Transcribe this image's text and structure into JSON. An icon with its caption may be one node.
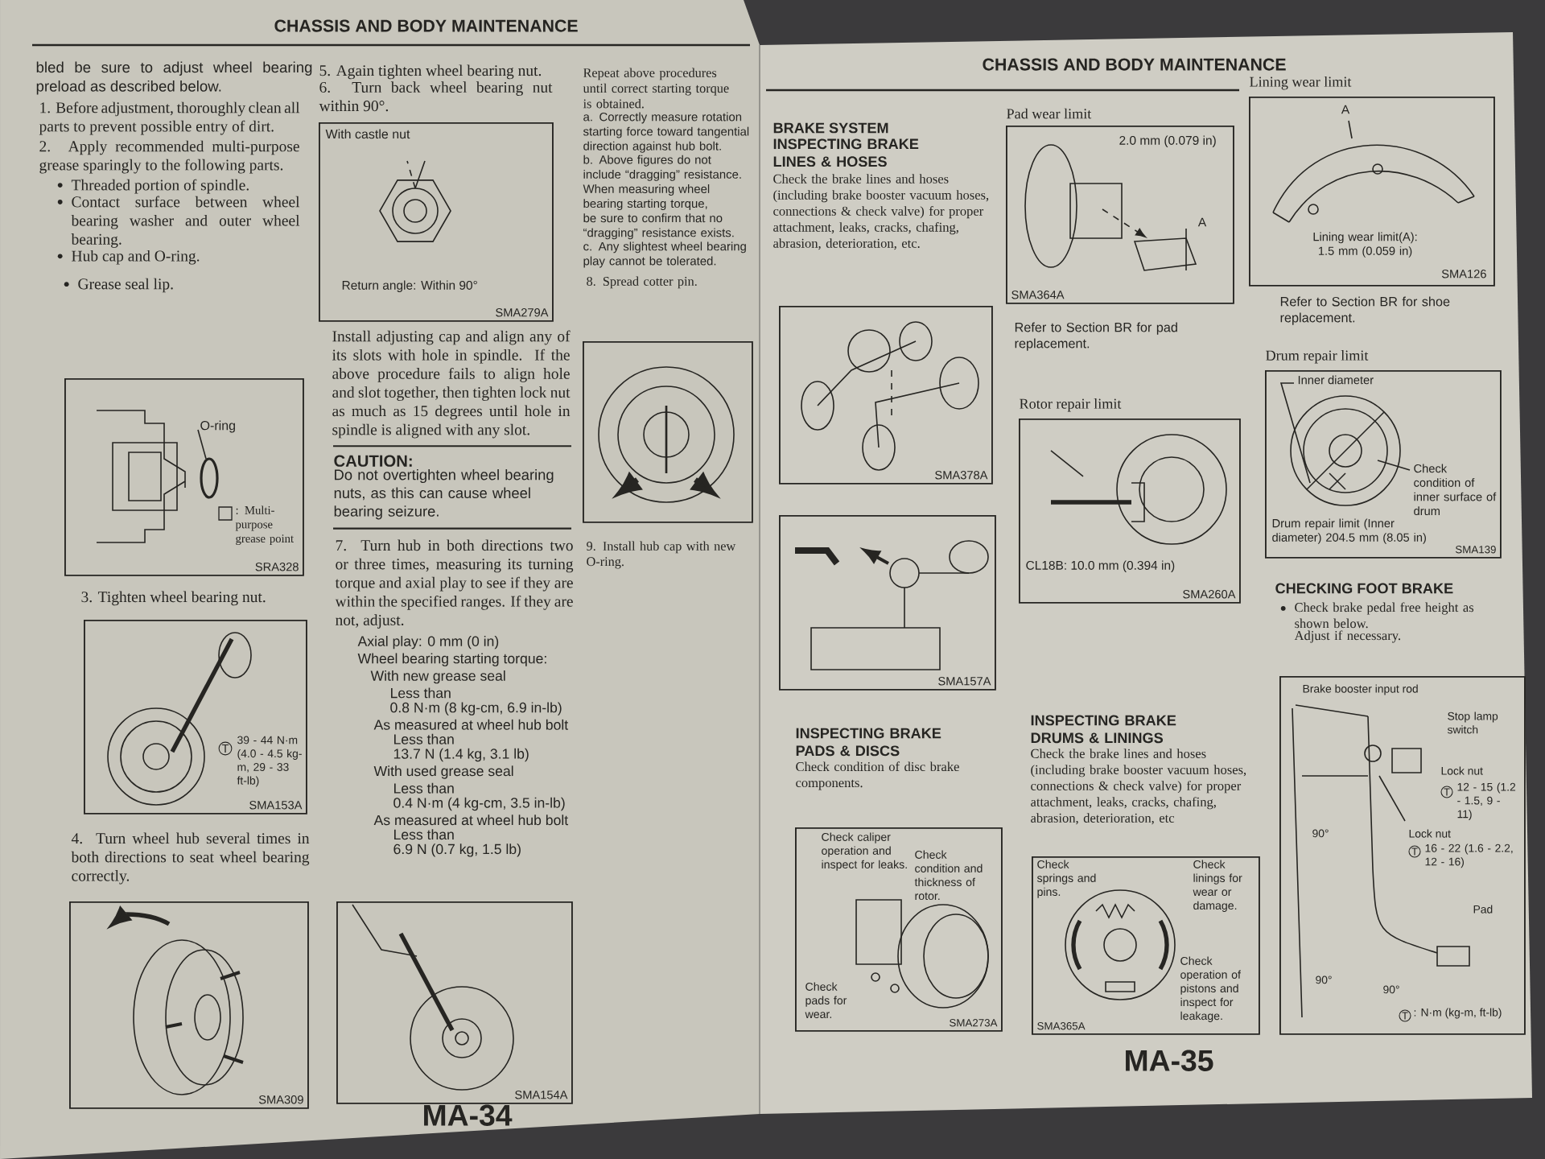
{
  "diagram": {
    "nodes": [
      {
        "text": [
          "O-ring",
          "SRA328"
        ]
      },
      {
        "text": [
          "T",
          "39 - 44 N·m (4.0 - 4.5 kg-m, 29 - 33 ft-lb)",
          "SMA153A"
        ]
      },
      {
        "text": [
          "SMA309"
        ]
      },
      {
        "text": [
          "SMA154A"
        ]
      },
      {
        "text": [
          "With castle nut",
          "Return angle: Within 90°",
          "SMA279A"
        ]
      },
      {
        "text": [],
        "shape": "picture"
      },
      {
        "text": [
          "SMA378A"
        ]
      },
      {
        "text": [
          "SMA157A"
        ]
      },
      {
        "text": [
          "2.0 mm (0.079 in)",
          "A",
          "SMA364A"
        ],
        "beside": [
          "Pad wear limit"
        ]
      },
      {
        "text": [
          "CL18B: 10.0 mm (0.394 in)",
          "SMA260A"
        ],
        "beside": [
          "Rotor repair limit"
        ]
      },
      {
        "text": [
          "Check caliper operation and inspect for leaks.",
          "Check condition and thickness of rotor.",
          "Check pads for wear.",
          "SMA273A"
        ]
      },
      {
        "text": [
          "Check springs and pins.",
          "Check linings for wear or damage.",
          "Check operation of pistons and inspect for leakage.",
          "SMA365A"
        ]
      },
      {
        "text": [
          "A",
          "Lining wear limit(A): 1.5 mm (0.059 in)",
          "SMA126"
        ],
        "beside": [
          "Lining wear limit"
        ]
      },
      {
        "text": [
          "Inner diameter",
          "Check condition of inner surface of drum",
          "Drum repair limit (Inner diameter) 204.5 mm (8.05 in)",
          "SMA139"
        ],
        "beside": [
          "Drum repair limit"
        ]
      },
      {
        "text": [
          "Brake booster input rod",
          "Stop lamp switch",
          "Lock nut",
          "T",
          "12 - 15 (1.2 - 1.5, 9 - 11)",
          "Lock nut",
          "T",
          "16 - 22 (1.6 - 2.2, 12 - 16)",
          "90°",
          "Pad",
          "90°",
          "90°",
          "T",
          ": N·m (kg-m, ft-lb)"
        ]
      }
    ],
    "labels": [
      "CHASSIS AND BODY MAINTENANCE",
      "bled be sure to adjust wheel bearing preload as described below.",
      "1. Before adjustment, thoroughly clean all parts to prevent possible entry of dirt.",
      "2. Apply recommended multi-purpose grease sparingly to the following parts.",
      "Threaded portion of spindle.",
      "Contact surface between wheel bearing washer and outer wheel bearing.",
      "Hub cap and O-ring.",
      "Grease seal lip.",
      "3. Tighten wheel bearing nut.",
      "4. Turn wheel hub several times in both directions to seat wheel bearing correctly.",
      "5. Again tighten wheel bearing nut.",
      "6. Turn back wheel bearing nut within 90°.",
      "Install adjusting cap and align any of its slots with hole in spindle. If the above procedure fails to align hole and slot together, then tighten lock nut as much as 15 degrees until hole in spindle is aligned with any slot.",
      "CAUTION:",
      "Do not overtighten wheel bearing nuts, as this can cause wheel bearing seizure.",
      "7. Turn hub in both directions two or three times, measuring its turning torque and axial play to see if they are within the specified ranges. If they are not, adjust.",
      "Axial play: 0 mm (0 in)",
      "Wheel bearing starting torque:",
      "With new grease seal",
      "Less than",
      "0.8 N·m (8 kg-cm, 6.9 in-lb)",
      "As measured at wheel hub bolt",
      "Less than",
      "13.7 N (1.4 kg, 3.1 lb)",
      "With used grease seal",
      "Less than",
      "0.4 N·m (4 kg-cm, 3.5 in-lb)",
      "As measured at wheel hub bolt",
      "Less than",
      "6.9 N (0.7 kg, 1.5 lb)",
      "Repeat above procedures until correct starting torque is obtained.",
      "a. Correctly measure rotation starting force toward tangential direction against hub bolt.",
      "b. Above figures do not include “dragging” resistance. When measuring wheel bearing starting torque, be sure to confirm that no “dragging” resistance exists.",
      "c. Any slightest wheel bearing play cannot be tolerated.",
      "8. Spread cotter pin.",
      "9. Install hub cap with new O-ring.",
      "CHASSIS AND BODY MAINTENANCE",
      "BRAKE SYSTEM",
      "INSPECTING BRAKE LINES & HOSES",
      "Check the brake lines and hoses (including brake booster vacuum hoses, connections & check valve) for proper attachment, leaks, cracks, chafing, abrasion, deterioration, etc.",
      "Refer to Section BR for pad replacement.",
      "INSPECTING BRAKE PADS & DISCS",
      "Check condition of disc brake components.",
      "INSPECTING BRAKE DRUMS & LININGS",
      "Check the brake lines and hoses (including brake booster vacuum hoses, connections & check valve) for proper attachment, leaks, cracks, chafing, abrasion, deterioration, etc",
      "Refer to Section BR for shoe replacement.",
      "CHECKING FOOT BRAKE",
      "Check brake pedal free height as shown below.",
      "Adjust if necessary.",
      "MA-34",
      "MA-35"
    ],
    "legend": [
      {
        "text": ": Multi-purpose grease point"
      }
    ]
  }
}
